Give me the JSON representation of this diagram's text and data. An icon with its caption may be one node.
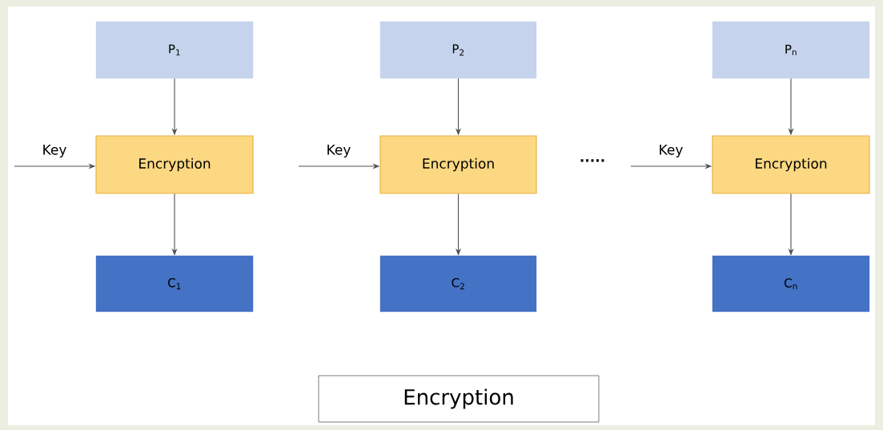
{
  "diagram": {
    "nodes": [
      {
        "text": [
          "P$_{1}$"
        ]
      },
      {
        "text": [
          "P$_{2}$"
        ]
      },
      {
        "text": [
          "P$_{n}$"
        ]
      },
      {
        "text": [
          "Encryption"
        ]
      },
      {
        "text": [
          "Encryption"
        ]
      },
      {
        "text": [
          "Encryption"
        ]
      },
      {
        "text": [
          "C$_{1}$"
        ]
      },
      {
        "text": [
          "C$_{2}$"
        ]
      },
      {
        "text": [
          "C$_{n}$"
        ]
      },
      {
        "text": [
          "Encryption"
        ]
      }
    ],
    "edges": [
      {
        "from": 0,
        "to": 3,
        "arrow": "to"
      },
      {
        "from": 1,
        "to": 4,
        "arrow": "to"
      },
      {
        "from": 2,
        "to": 5,
        "arrow": "to"
      },
      {
        "from": null,
        "to": 3,
        "arrow": "to",
        "label": "Key"
      },
      {
        "from": null,
        "to": 4,
        "arrow": "to",
        "label": "Key"
      },
      {
        "from": null,
        "to": 5,
        "arrow": "to",
        "label": "Key"
      },
      {
        "from": 3,
        "to": 6,
        "arrow": "to"
      },
      {
        "from": 4,
        "to": 7,
        "arrow": "to"
      },
      {
        "from": 5,
        "to": 8,
        "arrow": "to"
      }
    ],
    "labels": [
      "·····"
    ]
  }
}
